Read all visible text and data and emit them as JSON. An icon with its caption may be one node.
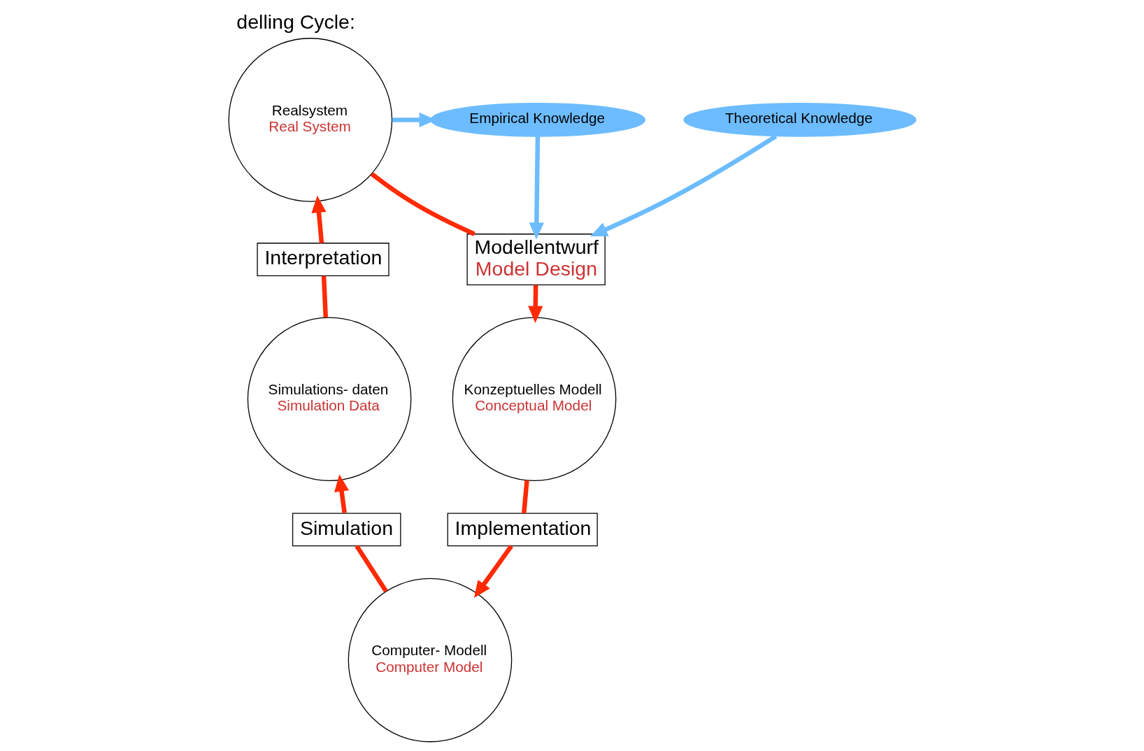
{
  "diagram": {
    "title": "delling Cycle:",
    "nodes": [
      {
        "text": [
          "Realsystem",
          "Real System"
        ]
      },
      {
        "text": [
          "Empirical Knowledge"
        ]
      },
      {
        "text": [
          "Theoretical Knowledge"
        ]
      },
      {
        "text": [
          "Modellentwurf",
          "Model Design"
        ]
      },
      {
        "text": [
          "Konzeptuelles Modell",
          "Conceptual Model"
        ]
      },
      {
        "text": [
          "Implementation"
        ]
      },
      {
        "text": [
          "Computer- Modell",
          "Computer Model"
        ]
      },
      {
        "text": [
          "Simulation"
        ]
      },
      {
        "text": [
          "Simulations- daten",
          "Simulation Data"
        ]
      },
      {
        "text": [
          "Interpretation"
        ]
      }
    ],
    "edges": [
      {
        "from": 0,
        "to": 1,
        "arrow": "to",
        "color": "#6cbcff"
      },
      {
        "from": 1,
        "to": 3,
        "arrow": "to",
        "color": "#6cbcff"
      },
      {
        "from": 2,
        "to": 3,
        "arrow": "to",
        "color": "#6cbcff"
      },
      {
        "from": 0,
        "to": 3,
        "arrow": "none"
      },
      {
        "from": 3,
        "to": 4,
        "arrow": "to"
      },
      {
        "from": 4,
        "to": 5,
        "arrow": "none"
      },
      {
        "from": 5,
        "to": 6,
        "arrow": "to"
      },
      {
        "from": 6,
        "to": 7,
        "arrow": "none"
      },
      {
        "from": 7,
        "to": 8,
        "arrow": "to"
      },
      {
        "from": 8,
        "to": 9,
        "arrow": "none"
      },
      {
        "from": 9,
        "to": 0,
        "arrow": "to"
      }
    ]
  }
}
